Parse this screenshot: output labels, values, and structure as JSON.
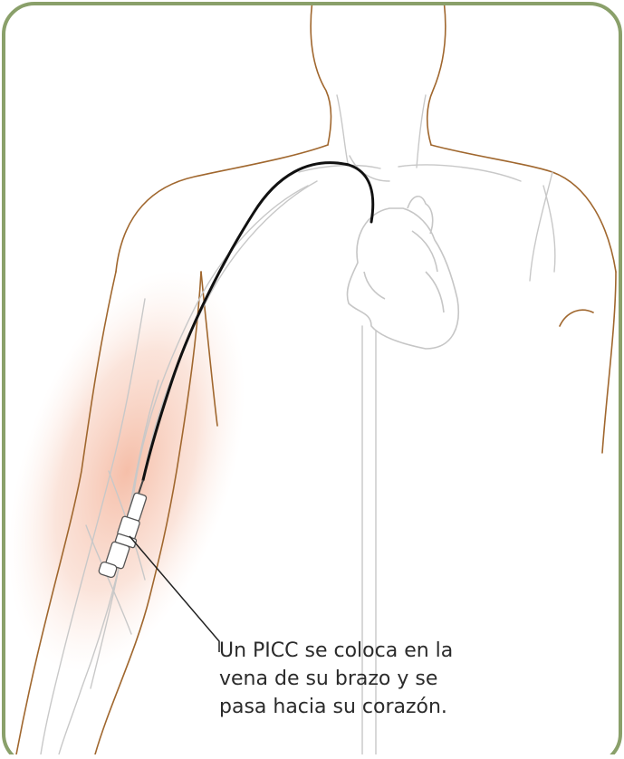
{
  "caption": {
    "lines": [
      "Un PICC se coloca en la",
      "vena de su brazo y se",
      "pasa hacia su corazón."
    ]
  },
  "colors": {
    "frame_border": "#8aa06a",
    "skin_outline": "#a0672e",
    "anatomy_line": "#c8c8c8",
    "catheter": "#111111",
    "arm_highlight": "#f3b49a",
    "leader_line": "#222222"
  }
}
